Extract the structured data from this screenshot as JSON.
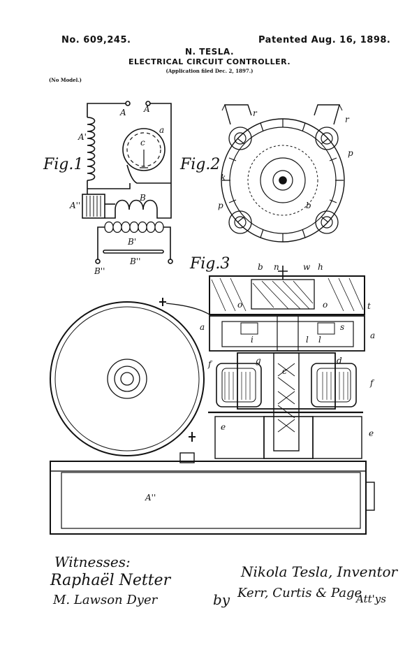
{
  "header": {
    "patent_number": "No. 609,245.",
    "patent_date": "Patented Aug. 16, 1898.",
    "inventor": "N. TESLA.",
    "title": "ELECTRICAL CIRCUIT CONTROLLER.",
    "application": "(Application filed Dec. 2, 1897.)",
    "model_note": "(No Model.)"
  },
  "figures": {
    "fig1": {
      "label": "Fig.1",
      "labels": {
        "A1": "A",
        "A2": "A",
        "Aprime": "A'",
        "a": "a",
        "c": "c",
        "A2prime": "A''",
        "B": "B",
        "Bprime": "B'",
        "B2prime": "B''",
        "B2a": "B''"
      }
    },
    "fig2": {
      "label": "Fig.2",
      "labels": {
        "r1": "r",
        "r2": "r",
        "p1": "p",
        "p2": "p",
        "k": "k",
        "b": "b"
      }
    },
    "fig3": {
      "label": "Fig.3",
      "labels": {
        "b": "b",
        "n": "n",
        "w": "w",
        "h": "h",
        "t": "t",
        "a1": "a",
        "a2": "a",
        "o1": "o",
        "o2": "o",
        "i": "i",
        "l1": "l",
        "l2": "l",
        "s": "s",
        "g": "g",
        "d": "d",
        "f1": "f",
        "f2": "f",
        "c": "c",
        "e1": "e",
        "e2": "e",
        "A2prime": "A''"
      }
    }
  },
  "signatures": {
    "witnesses_label": "Witnesses:",
    "witness1": "Raphaël Netter",
    "witness2": "M. Lawson Dyer",
    "inventor_sig": "Nikola Tesla, Inventor",
    "by": "by",
    "attorneys": "Kerr, Curtis & Page",
    "attys": "Att'ys"
  }
}
